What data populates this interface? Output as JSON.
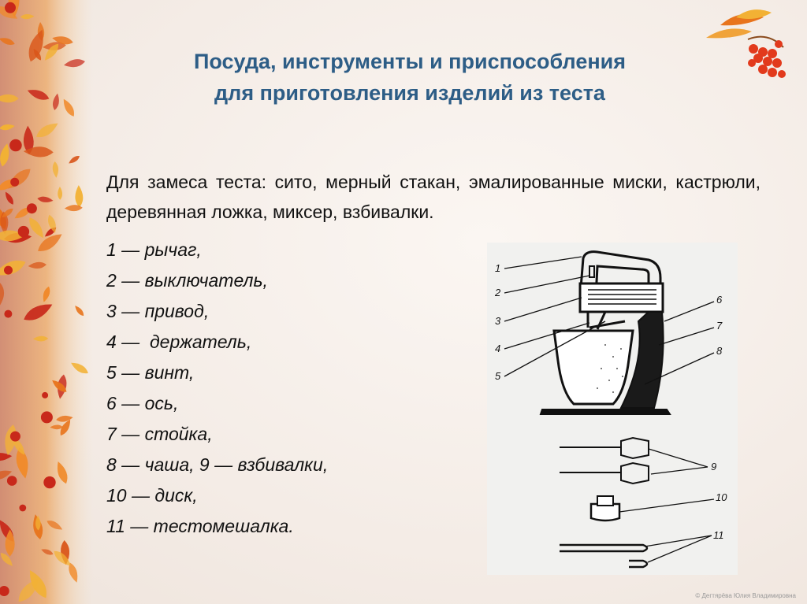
{
  "title": {
    "line1": "Посуда, инструменты и приспособления",
    "line2": "для приготовления изделий из теста"
  },
  "intro": "Для замеса теста: сито, мерный стакан, эмалированные миски, кастрюли, деревянная ложка, миксер, взбивалки.",
  "legend": [
    "1 — рычаг,",
    "2 — выключатель,",
    "3 — привод,",
    "4 —  держатель,",
    "5 — винт,",
    "6 — ось,",
    "7 — стойка,",
    "8 — чаша, 9 — взбивалки,",
    "10 — диск,",
    "11 — тестомешалка."
  ],
  "figure_labels": [
    "1",
    "2",
    "3",
    "4",
    "5",
    "6",
    "7",
    "8",
    "9",
    "10",
    "11"
  ],
  "copyright": "© Дегтярёва Юлия Владимировна",
  "colors": {
    "title": "#2d5d86",
    "leaf_orange": "#e8741c",
    "leaf_red": "#c8281a",
    "leaf_yellow": "#f2b134"
  }
}
